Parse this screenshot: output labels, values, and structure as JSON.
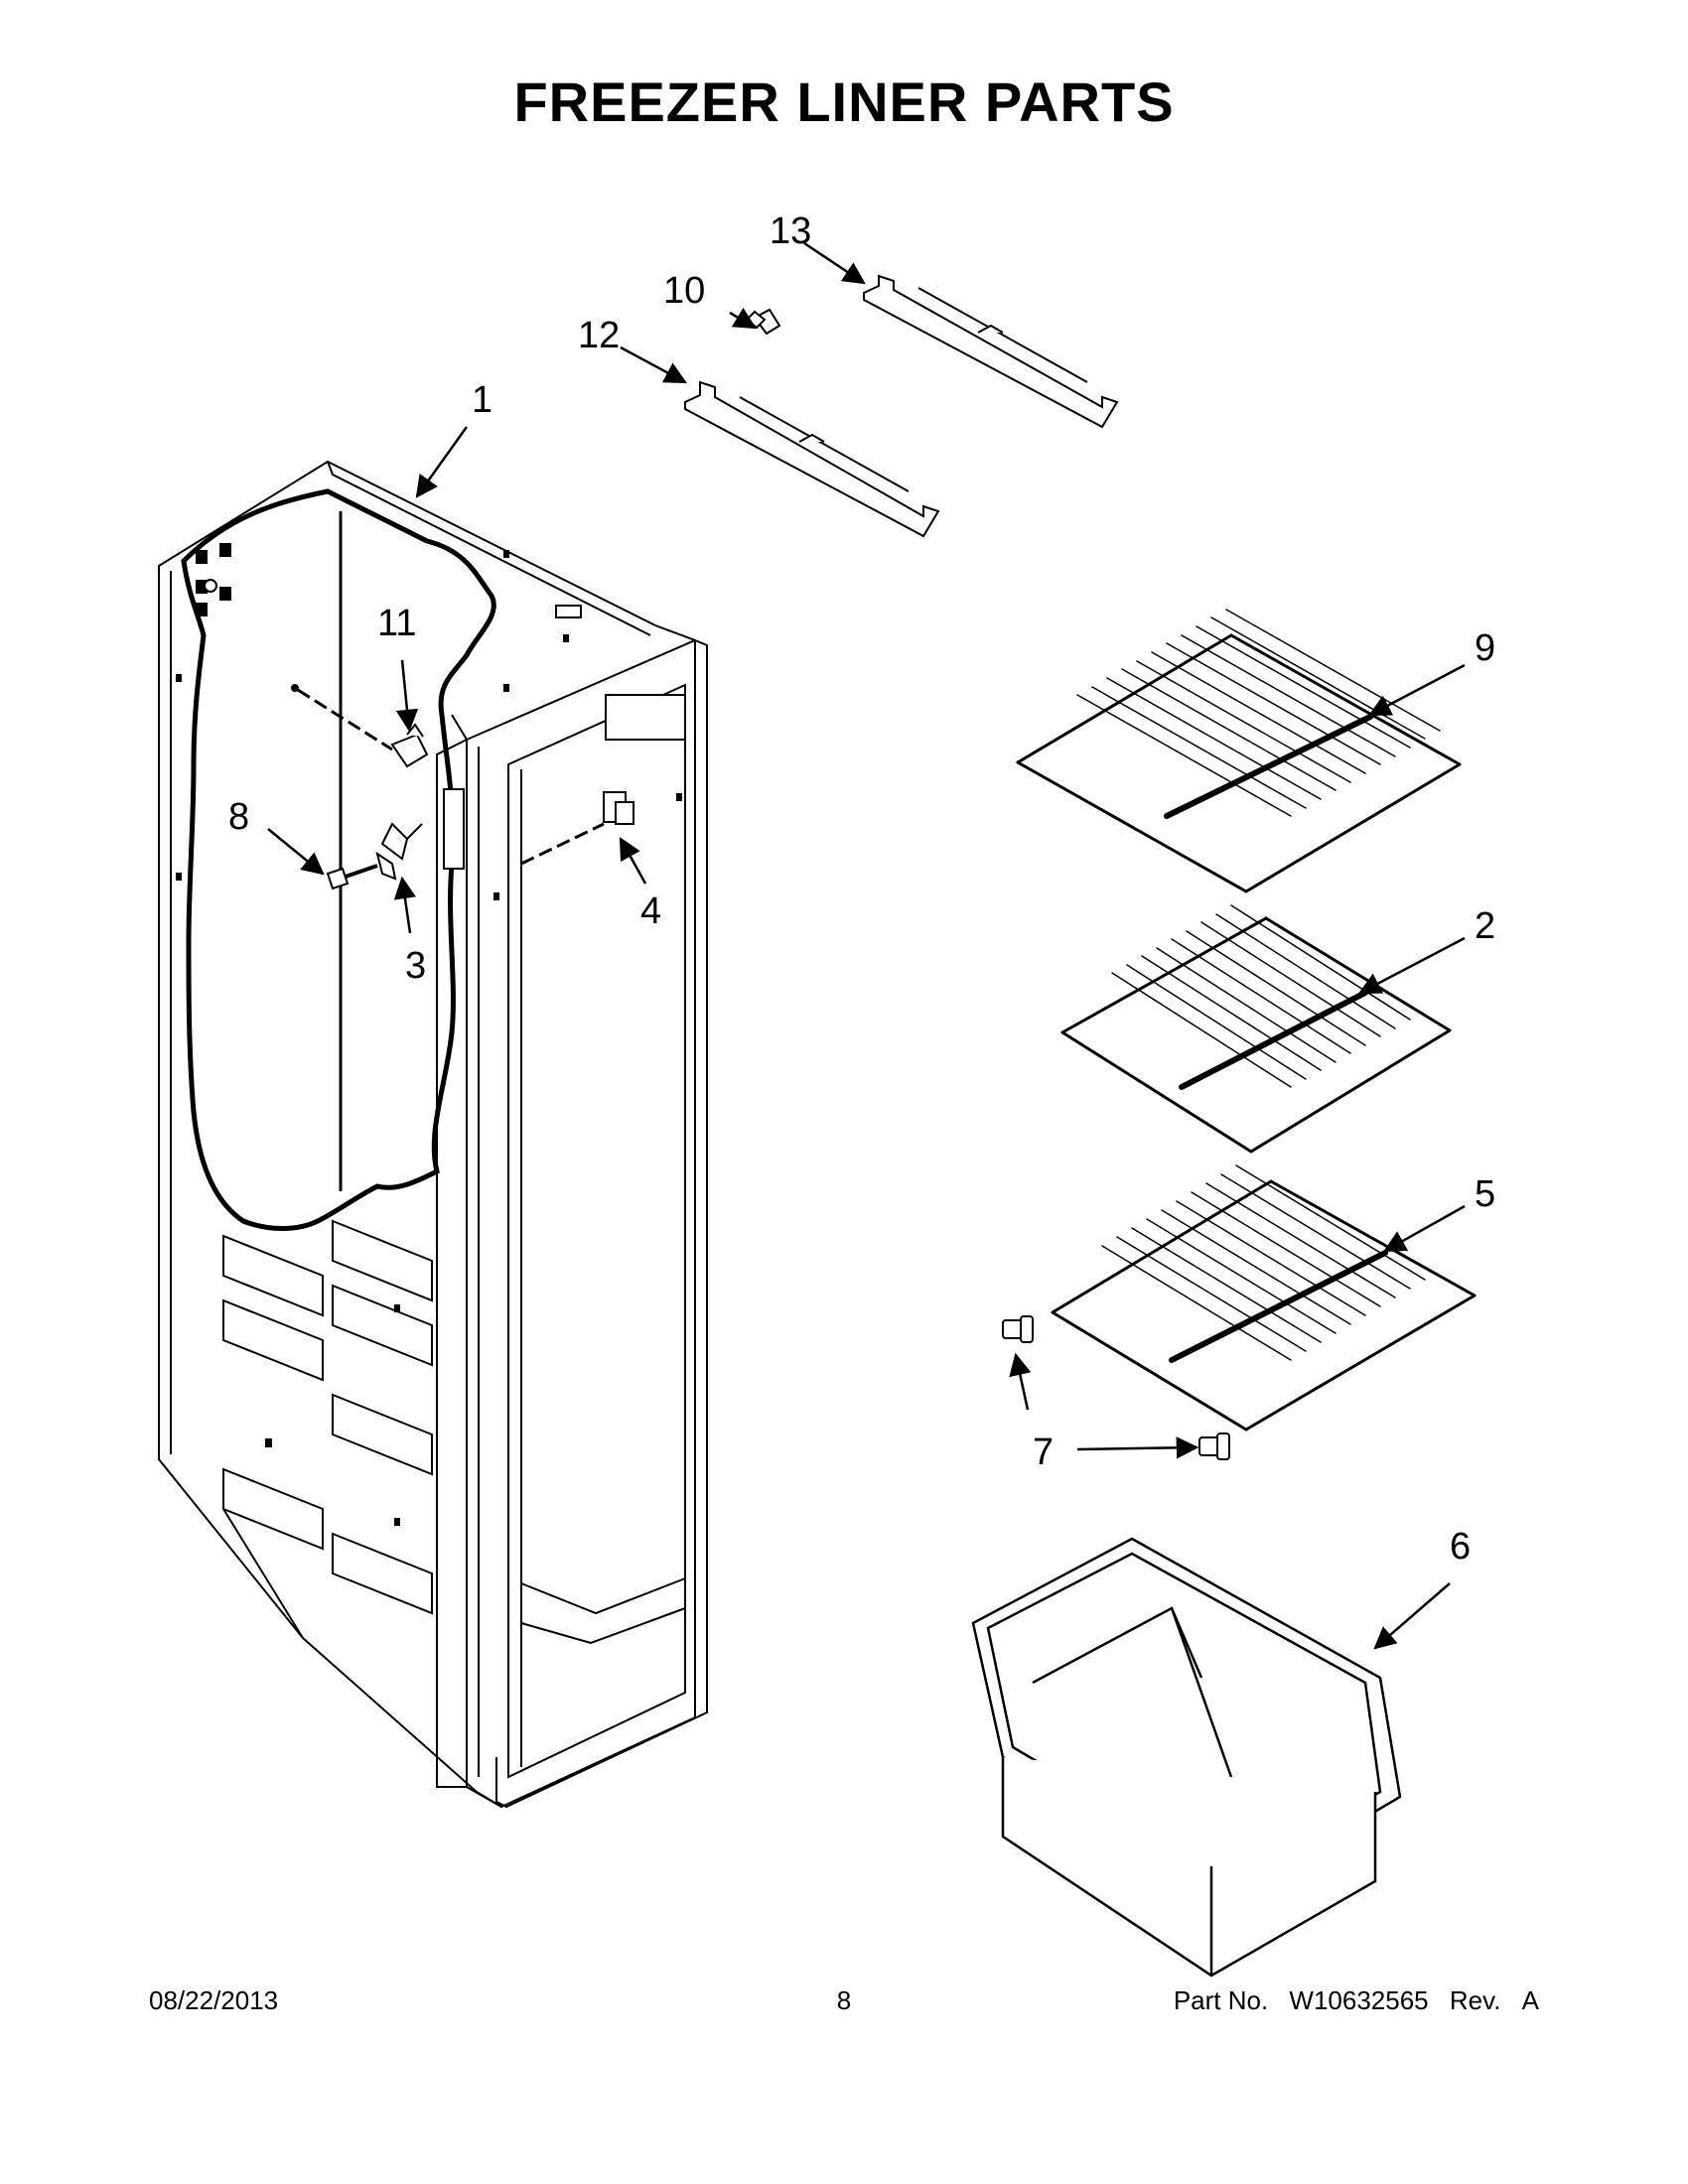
{
  "page": {
    "title": "FREEZER LINER PARTS",
    "footer": {
      "date": "08/22/2013",
      "page_number": "8",
      "part_no_label": "Part No.",
      "part_no_value": "W10632565",
      "rev_label": "Rev.",
      "rev_value": "A"
    }
  },
  "callouts": {
    "c1": "1",
    "c2": "2",
    "c3": "3",
    "c4": "4",
    "c5": "5",
    "c6": "6",
    "c7": "7",
    "c8": "8",
    "c9": "9",
    "c10": "10",
    "c11": "11",
    "c12": "12",
    "c13": "13"
  }
}
